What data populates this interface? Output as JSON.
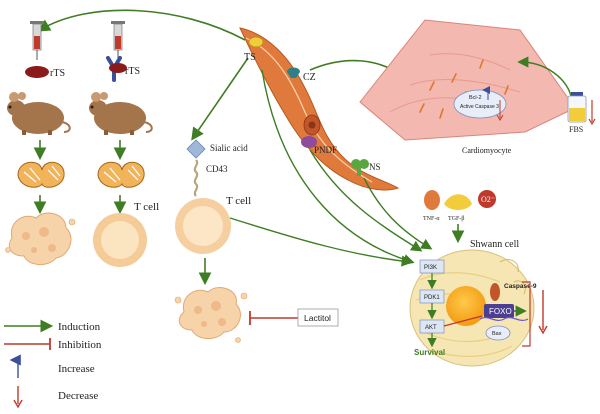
{
  "labels": {
    "rts_left": "rTS",
    "rts_right": "rTS",
    "tcell_mid_left": "T cell",
    "sialic_acid": "Sialic acid",
    "cd43": "CD43",
    "tcell_center": "T cell",
    "ts": "TS",
    "cz": "CZ",
    "pndf": "PNDF",
    "ns": "NS",
    "cardiomyocyte": "Cardiomyocyte",
    "bcl2": "Bcl-2",
    "active_caspase": "Active Caspase 3",
    "fbs": "FBS",
    "tnf": "TNF-α",
    "tgf": "TGF-β",
    "o2": "O2⁻",
    "shwann": "Shwann cell",
    "pi3k": "PI3K",
    "pdk1": "PDK1",
    "akt": "AKT",
    "survival": "Survival",
    "caspase9": "Caspase-9",
    "foxo": "FOXO",
    "bax": "Bax",
    "lactitol": "Lactitol"
  },
  "legend": {
    "induction": "Induction",
    "inhibition": "Inhibition",
    "increase": "Increase",
    "decrease": "Decrease"
  },
  "colors": {
    "induction": "#3f7d24",
    "inhibition": "#c0392b",
    "increase": "#3b4f9a",
    "decrease": "#c0392b",
    "parasite": "#e07a3c",
    "cardiomyocyte": "#f3b8b0",
    "shwann": "#f5e6b3",
    "tcell": "#f6d3a8"
  }
}
